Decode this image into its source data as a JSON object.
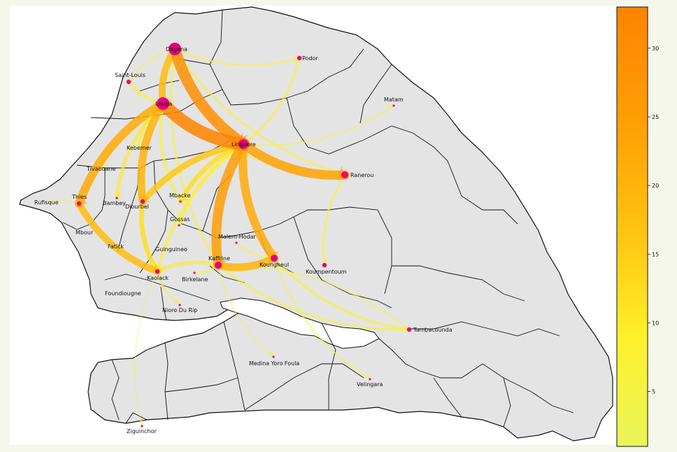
{
  "map": {
    "colorbar": {
      "min": 1,
      "max": 33,
      "ticks": [
        "5",
        "10",
        "15",
        "20",
        "25",
        "30"
      ],
      "tick_values": [
        5,
        10,
        15,
        20,
        25,
        30
      ],
      "colors": [
        "#e8f55a",
        "#fff02a",
        "#ffc20e",
        "#ff9d05",
        "#ff8400"
      ]
    },
    "node_color": "#e6007e",
    "country_fill": "#e4e4e4",
    "border_color": "#111111",
    "cities": [
      {
        "id": "dagana",
        "label": "Dagana",
        "size": "xl"
      },
      {
        "id": "podor",
        "label": "Podor",
        "size": "s"
      },
      {
        "id": "saint-louis",
        "label": "Saint-Louis",
        "size": "s"
      },
      {
        "id": "louga",
        "label": "Louga",
        "size": "xl"
      },
      {
        "id": "matam",
        "label": "Matam",
        "size": "xs"
      },
      {
        "id": "linguere",
        "label": "Linguere",
        "size": "l"
      },
      {
        "id": "kebemer",
        "label": "Kebemer",
        "size": "none"
      },
      {
        "id": "ranerou",
        "label": "Ranerou",
        "size": "m"
      },
      {
        "id": "tivaouane",
        "label": "Tivaouane",
        "size": "none"
      },
      {
        "id": "rufisque",
        "label": "Rufisque",
        "size": "none"
      },
      {
        "id": "thies",
        "label": "Thies",
        "size": "s"
      },
      {
        "id": "bambey",
        "label": "Bambey",
        "size": "xs"
      },
      {
        "id": "diourbel",
        "label": "Diourbel",
        "size": "s"
      },
      {
        "id": "mbacke",
        "label": "Mbacke",
        "size": "xs"
      },
      {
        "id": "gossas",
        "label": "Gossas",
        "size": "xs"
      },
      {
        "id": "mbour",
        "label": "Mbour",
        "size": "none"
      },
      {
        "id": "fatick",
        "label": "Fatick",
        "size": "none"
      },
      {
        "id": "malem-hodar",
        "label": "Malem-Hodar",
        "size": "xs"
      },
      {
        "id": "guinguineo",
        "label": "Guinguineo",
        "size": "none"
      },
      {
        "id": "kaffrine",
        "label": "Kaffrine",
        "size": "m"
      },
      {
        "id": "koungheul",
        "label": "Koungheul",
        "size": "m"
      },
      {
        "id": "koumpentoum",
        "label": "Koumpentoum",
        "size": "s"
      },
      {
        "id": "kaolack",
        "label": "Kaolack",
        "size": "s"
      },
      {
        "id": "birkelane",
        "label": "Birkelane",
        "size": "xs"
      },
      {
        "id": "foundiougne",
        "label": "Foundiougne",
        "size": "none"
      },
      {
        "id": "nioro-du-rip",
        "label": "Nioro Du Rip",
        "size": "xs"
      },
      {
        "id": "tambacounda",
        "label": "Tambacounda",
        "size": "s"
      },
      {
        "id": "medina-yoro-foula",
        "label": "Medina Yoro Foula",
        "size": "xs"
      },
      {
        "id": "velingara",
        "label": "Velingara",
        "size": "xs"
      },
      {
        "id": "ziguinchor",
        "label": "Ziguinchor",
        "size": "xs"
      }
    ],
    "flows": [
      {
        "from": "louga",
        "to": "linguere",
        "value": 33
      },
      {
        "from": "dagana",
        "to": "linguere",
        "value": 29
      },
      {
        "from": "linguere",
        "to": "kaffrine",
        "value": 25
      },
      {
        "from": "linguere",
        "to": "koungheul",
        "value": 22
      },
      {
        "from": "linguere",
        "to": "ranerou",
        "value": 24
      },
      {
        "from": "louga",
        "to": "thies",
        "value": 22
      },
      {
        "from": "louga",
        "to": "diourbel",
        "value": 20
      },
      {
        "from": "linguere",
        "to": "diourbel",
        "value": 16
      },
      {
        "from": "thies",
        "to": "kaolack",
        "value": 18
      },
      {
        "from": "kaffrine",
        "to": "koungheul",
        "value": 20
      },
      {
        "from": "dagana",
        "to": "louga",
        "value": 18
      },
      {
        "from": "linguere",
        "to": "mbacke",
        "value": 12
      },
      {
        "from": "diourbel",
        "to": "kaolack",
        "value": 12
      },
      {
        "from": "kaffrine",
        "to": "kaolack",
        "value": 10
      },
      {
        "from": "linguere",
        "to": "podor",
        "value": 6
      },
      {
        "from": "dagana",
        "to": "podor",
        "value": 5
      },
      {
        "from": "dagana",
        "to": "ranerou",
        "value": 6
      },
      {
        "from": "louga",
        "to": "ranerou",
        "value": 5
      },
      {
        "from": "ranerou",
        "to": "koumpentoum",
        "value": 6
      },
      {
        "from": "koungheul",
        "to": "tambacounda",
        "value": 7
      },
      {
        "from": "kaffrine",
        "to": "tambacounda",
        "value": 6
      },
      {
        "from": "linguere",
        "to": "matam",
        "value": 4
      },
      {
        "from": "saint-louis",
        "to": "louga",
        "value": 8
      },
      {
        "from": "louga",
        "to": "kebemer",
        "value": 9
      },
      {
        "from": "louga",
        "to": "bambey",
        "value": 10
      },
      {
        "from": "louga",
        "to": "mbacke",
        "value": 8
      },
      {
        "from": "dagana",
        "to": "kaffrine",
        "value": 6
      },
      {
        "from": "linguere",
        "to": "gossas",
        "value": 8
      },
      {
        "from": "kaolack",
        "to": "nioro-du-rip",
        "value": 5
      },
      {
        "from": "koungheul",
        "to": "velingara",
        "value": 4
      },
      {
        "from": "kaffrine",
        "to": "medina-yoro-foula",
        "value": 3
      },
      {
        "from": "kaolack",
        "to": "ziguinchor",
        "value": 2
      },
      {
        "from": "tambacounda",
        "to": "kaffrine",
        "value": 4
      },
      {
        "from": "birkelane",
        "to": "kaffrine",
        "value": 5
      },
      {
        "from": "malem-hodar",
        "to": "koungheul",
        "value": 5
      },
      {
        "from": "thies",
        "to": "rufisque",
        "value": 3
      },
      {
        "from": "louga",
        "to": "tivaouane",
        "value": 5
      },
      {
        "from": "linguere",
        "to": "kaolack",
        "value": 9
      },
      {
        "from": "dagana",
        "to": "saint-louis",
        "value": 4
      }
    ]
  }
}
